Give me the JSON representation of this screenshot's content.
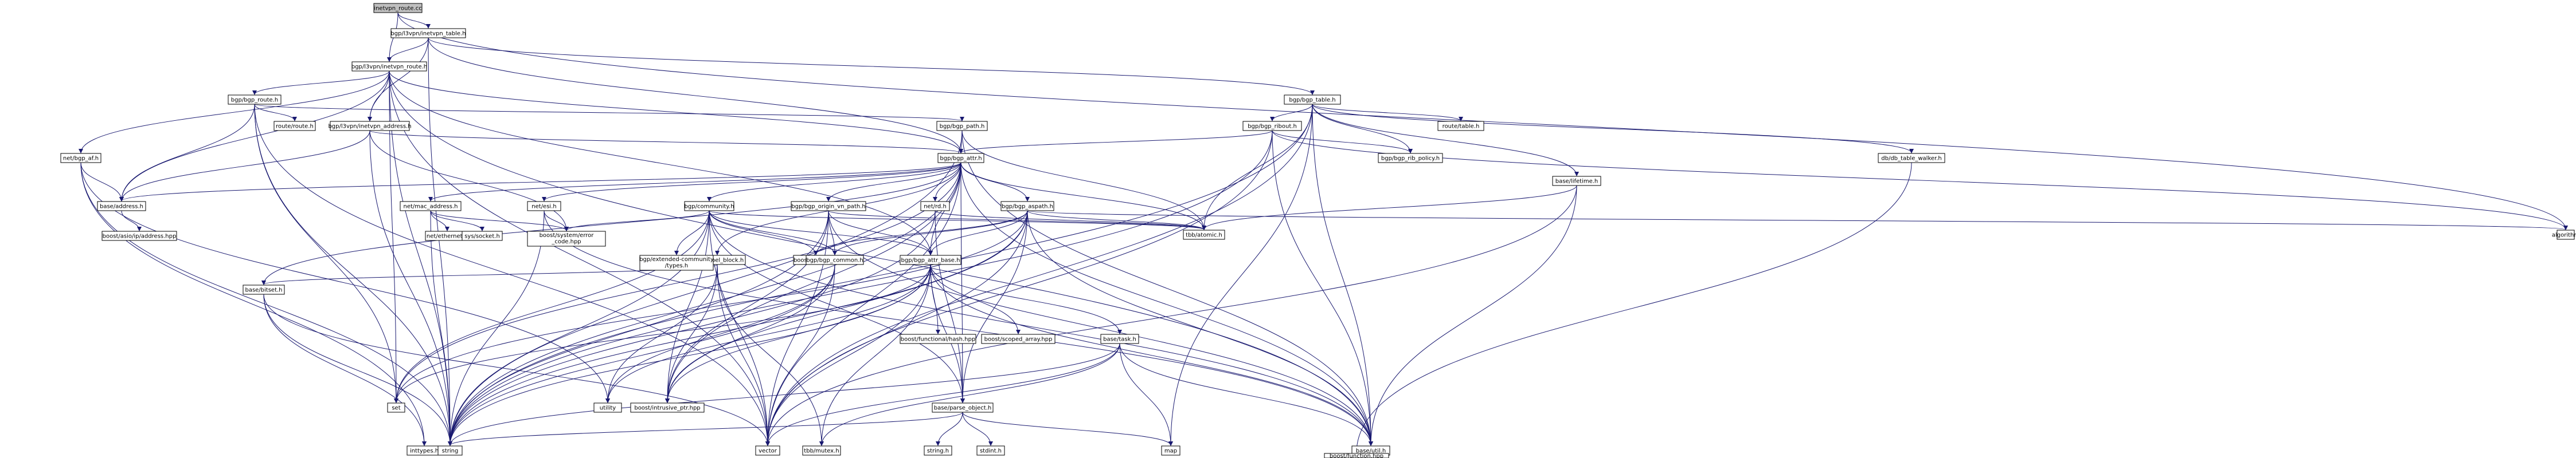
{
  "graph": {
    "source_file": "inetvpn_route.cc",
    "nodes": [
      {
        "id": "n0",
        "label": "inetvpn_route.cc",
        "kind": "root"
      },
      {
        "id": "n1",
        "label": "bgp/l3vpn/inetvpn_table.h",
        "kind": "file"
      },
      {
        "id": "n2",
        "label": "bgp/l3vpn/inetvpn_route.h",
        "kind": "file"
      },
      {
        "id": "n3",
        "label": "bgp/bgp_table.h",
        "kind": "file"
      },
      {
        "id": "n4",
        "label": "bgp/bgp_route.h",
        "kind": "file"
      },
      {
        "id": "n5",
        "label": "route/route.h",
        "kind": "truncated"
      },
      {
        "id": "n6",
        "label": "bgp/bgp_path.h",
        "kind": "truncated"
      },
      {
        "id": "n7",
        "label": "bgp/l3vpn/inetvpn_address.h",
        "kind": "file"
      },
      {
        "id": "n8",
        "label": "bgp/bgp_attr.h",
        "kind": "file"
      },
      {
        "id": "n9",
        "label": "net/bgp_af.h",
        "kind": "file"
      },
      {
        "id": "n10",
        "label": "base/address.h",
        "kind": "file"
      },
      {
        "id": "n11",
        "label": "boost/asio/ip/address.hpp",
        "kind": "external"
      },
      {
        "id": "n12",
        "label": "inttypes.h",
        "kind": "external"
      },
      {
        "id": "n13",
        "label": "string",
        "kind": "external"
      },
      {
        "id": "n14",
        "label": "net/mac_address.h",
        "kind": "file"
      },
      {
        "id": "n15",
        "label": "net/ethernet.h",
        "kind": "external"
      },
      {
        "id": "n16",
        "label": "sys/socket.h",
        "kind": "external"
      },
      {
        "id": "n17",
        "label": "boost/system/error_code.hpp",
        "kind": "external"
      },
      {
        "id": "n18",
        "label": "net/esi.h",
        "kind": "file"
      },
      {
        "id": "n19",
        "label": "bgp/community.h",
        "kind": "file"
      },
      {
        "id": "n20",
        "label": "bgp/bgp_origin_vn_path.h",
        "kind": "file"
      },
      {
        "id": "n21",
        "label": "net/rd.h",
        "kind": "file"
      },
      {
        "id": "n22",
        "label": "bgp/bgp_aspath.h",
        "kind": "file"
      },
      {
        "id": "n23",
        "label": "base/label_block.h",
        "kind": "file"
      },
      {
        "id": "n24",
        "label": "base/bitset.h",
        "kind": "file"
      },
      {
        "id": "n25",
        "label": "bgp/extended-community/types.h",
        "kind": "file"
      },
      {
        "id": "n26",
        "label": "boost/array.hpp",
        "kind": "external"
      },
      {
        "id": "n27",
        "label": "bgp/bgp_common.h",
        "kind": "truncated"
      },
      {
        "id": "n28",
        "label": "bgp/bgp_attr_base.h",
        "kind": "file"
      },
      {
        "id": "n29",
        "label": "set",
        "kind": "external"
      },
      {
        "id": "n30",
        "label": "boost/intrusive_ptr.hpp",
        "kind": "external"
      },
      {
        "id": "n31",
        "label": "utility",
        "kind": "external"
      },
      {
        "id": "n32",
        "label": "vector",
        "kind": "external"
      },
      {
        "id": "n33",
        "label": "tbb/atomic.h",
        "kind": "external"
      },
      {
        "id": "n34",
        "label": "tbb/mutex.h",
        "kind": "external"
      },
      {
        "id": "n35",
        "label": "boost/functional/hash.hpp",
        "kind": "external"
      },
      {
        "id": "n36",
        "label": "boost/scoped_array.hpp",
        "kind": "external"
      },
      {
        "id": "n37",
        "label": "base/parse_object.h",
        "kind": "file"
      },
      {
        "id": "n38",
        "label": "string.h",
        "kind": "external"
      },
      {
        "id": "n39",
        "label": "stdint.h",
        "kind": "external"
      },
      {
        "id": "n40",
        "label": "base/task.h",
        "kind": "truncated"
      },
      {
        "id": "n41",
        "label": "map",
        "kind": "external"
      },
      {
        "id": "n42",
        "label": "base/util.h",
        "kind": "file"
      },
      {
        "id": "n43",
        "label": "boost/function.hpp",
        "kind": "external"
      },
      {
        "id": "n44",
        "label": "algorithm",
        "kind": "external"
      },
      {
        "id": "n45",
        "label": "bgp/bgp_ribout.h",
        "kind": "truncated"
      },
      {
        "id": "n46",
        "label": "route/table.h",
        "kind": "truncated"
      },
      {
        "id": "n47",
        "label": "bgp/bgp_rib_policy.h",
        "kind": "truncated"
      },
      {
        "id": "n48",
        "label": "db/db_table_walker.h",
        "kind": "truncated"
      },
      {
        "id": "n49",
        "label": "base/lifetime.h",
        "kind": "truncated"
      }
    ],
    "edges": [
      [
        "n0",
        "n1"
      ],
      [
        "n0",
        "n2"
      ],
      [
        "n0",
        "n44"
      ],
      [
        "n1",
        "n2"
      ],
      [
        "n1",
        "n3"
      ],
      [
        "n1",
        "n7"
      ],
      [
        "n1",
        "n8"
      ],
      [
        "n1",
        "n13"
      ],
      [
        "n2",
        "n4"
      ],
      [
        "n2",
        "n7"
      ],
      [
        "n2",
        "n8"
      ],
      [
        "n2",
        "n9"
      ],
      [
        "n2",
        "n10"
      ],
      [
        "n2",
        "n13"
      ],
      [
        "n2",
        "n29"
      ],
      [
        "n2",
        "n28"
      ],
      [
        "n2",
        "n32"
      ],
      [
        "n2",
        "n42"
      ],
      [
        "n4",
        "n5"
      ],
      [
        "n4",
        "n6"
      ],
      [
        "n4",
        "n10"
      ],
      [
        "n4",
        "n13"
      ],
      [
        "n4",
        "n29"
      ],
      [
        "n4",
        "n32"
      ],
      [
        "n6",
        "n8"
      ],
      [
        "n6",
        "n13"
      ],
      [
        "n6",
        "n33"
      ],
      [
        "n6",
        "n42"
      ],
      [
        "n7",
        "n8"
      ],
      [
        "n7",
        "n10"
      ],
      [
        "n7",
        "n13"
      ],
      [
        "n7",
        "n17"
      ],
      [
        "n3",
        "n45"
      ],
      [
        "n3",
        "n46"
      ],
      [
        "n3",
        "n47"
      ],
      [
        "n3",
        "n48"
      ],
      [
        "n3",
        "n49"
      ],
      [
        "n3",
        "n33"
      ],
      [
        "n3",
        "n41"
      ],
      [
        "n3",
        "n13"
      ],
      [
        "n3",
        "n32"
      ],
      [
        "n3",
        "n42"
      ],
      [
        "n45",
        "n8"
      ],
      [
        "n45",
        "n44"
      ],
      [
        "n45",
        "n47"
      ],
      [
        "n45",
        "n13"
      ],
      [
        "n45",
        "n32"
      ],
      [
        "n45",
        "n42"
      ],
      [
        "n48",
        "n43"
      ],
      [
        "n49",
        "n33"
      ],
      [
        "n49",
        "n42"
      ],
      [
        "n49",
        "n32"
      ],
      [
        "n9",
        "n10"
      ],
      [
        "n9",
        "n12"
      ],
      [
        "n9",
        "n13"
      ],
      [
        "n9",
        "n31"
      ],
      [
        "n10",
        "n11"
      ],
      [
        "n8",
        "n10"
      ],
      [
        "n8",
        "n14"
      ],
      [
        "n8",
        "n18"
      ],
      [
        "n8",
        "n19"
      ],
      [
        "n8",
        "n20"
      ],
      [
        "n8",
        "n21"
      ],
      [
        "n8",
        "n22"
      ],
      [
        "n8",
        "n23"
      ],
      [
        "n8",
        "n24"
      ],
      [
        "n8",
        "n28"
      ],
      [
        "n8",
        "n29"
      ],
      [
        "n8",
        "n30"
      ],
      [
        "n8",
        "n13"
      ],
      [
        "n8",
        "n32"
      ],
      [
        "n8",
        "n33"
      ],
      [
        "n8",
        "n42"
      ],
      [
        "n8",
        "n37"
      ],
      [
        "n14",
        "n15"
      ],
      [
        "n14",
        "n16"
      ],
      [
        "n14",
        "n17"
      ],
      [
        "n14",
        "n13"
      ],
      [
        "n18",
        "n17"
      ],
      [
        "n18",
        "n13"
      ],
      [
        "n18",
        "n42"
      ],
      [
        "n19",
        "n17"
      ],
      [
        "n19",
        "n25"
      ],
      [
        "n19",
        "n26"
      ],
      [
        "n19",
        "n27"
      ],
      [
        "n19",
        "n28"
      ],
      [
        "n19",
        "n29"
      ],
      [
        "n19",
        "n30"
      ],
      [
        "n19",
        "n13"
      ],
      [
        "n19",
        "n32"
      ],
      [
        "n19",
        "n33"
      ],
      [
        "n19",
        "n37"
      ],
      [
        "n19",
        "n42"
      ],
      [
        "n20",
        "n27"
      ],
      [
        "n20",
        "n28"
      ],
      [
        "n20",
        "n30"
      ],
      [
        "n20",
        "n32"
      ],
      [
        "n20",
        "n33"
      ],
      [
        "n20",
        "n42"
      ],
      [
        "n20",
        "n13"
      ],
      [
        "n21",
        "n33"
      ],
      [
        "n21",
        "n13"
      ],
      [
        "n21",
        "n37"
      ],
      [
        "n22",
        "n26"
      ],
      [
        "n22",
        "n27"
      ],
      [
        "n22",
        "n28"
      ],
      [
        "n22",
        "n29"
      ],
      [
        "n22",
        "n30"
      ],
      [
        "n22",
        "n32"
      ],
      [
        "n22",
        "n33"
      ],
      [
        "n22",
        "n37"
      ],
      [
        "n22",
        "n42"
      ],
      [
        "n22",
        "n13"
      ],
      [
        "n22",
        "n44"
      ],
      [
        "n23",
        "n24"
      ],
      [
        "n23",
        "n30"
      ],
      [
        "n23",
        "n31"
      ],
      [
        "n23",
        "n32"
      ],
      [
        "n23",
        "n34"
      ],
      [
        "n24",
        "n12"
      ],
      [
        "n24",
        "n13"
      ],
      [
        "n24",
        "n32"
      ],
      [
        "n27",
        "n30"
      ],
      [
        "n27",
        "n31"
      ],
      [
        "n27",
        "n13"
      ],
      [
        "n27",
        "n32"
      ],
      [
        "n28",
        "n35"
      ],
      [
        "n28",
        "n36"
      ],
      [
        "n28",
        "n37"
      ],
      [
        "n28",
        "n40"
      ],
      [
        "n28",
        "n42"
      ],
      [
        "n28",
        "n29"
      ],
      [
        "n28",
        "n30"
      ],
      [
        "n28",
        "n31"
      ],
      [
        "n28",
        "n32"
      ],
      [
        "n28",
        "n34"
      ],
      [
        "n28",
        "n13"
      ],
      [
        "n37",
        "n38"
      ],
      [
        "n37",
        "n39"
      ],
      [
        "n37",
        "n13"
      ],
      [
        "n37",
        "n41"
      ],
      [
        "n40",
        "n41"
      ],
      [
        "n40",
        "n32"
      ],
      [
        "n40",
        "n34"
      ],
      [
        "n40",
        "n42"
      ],
      [
        "n40",
        "n13"
      ],
      [
        "n42",
        "n43"
      ]
    ],
    "colors": {
      "root_fill": "#bfbfbf",
      "file_fill": "#ffffff",
      "external_fill": "#ffffff",
      "external_stroke": "#bfbfbf",
      "truncated_stroke": "#ff0000",
      "edge": "#191970",
      "text": "#000000",
      "external_text": "#404040"
    }
  }
}
